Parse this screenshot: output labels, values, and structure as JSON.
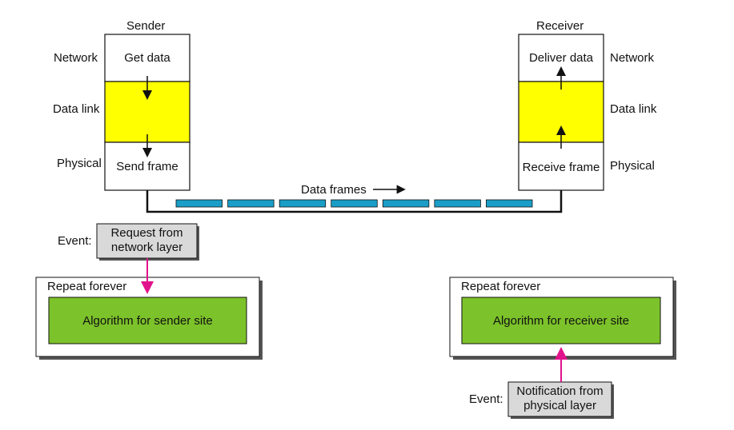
{
  "sender": {
    "title": "Sender",
    "layers": {
      "network": "Network",
      "data_link": "Data link",
      "physical": "Physical"
    },
    "network_text": "Get data",
    "physical_text": "Send frame"
  },
  "receiver": {
    "title": "Receiver",
    "layers": {
      "network": "Network",
      "data_link": "Data link",
      "physical": "Physical"
    },
    "network_text": "Deliver data",
    "physical_text": "Receive frame"
  },
  "channel": {
    "label": "Data frames",
    "frame_count": 7
  },
  "sender_loop": {
    "event_label": "Event:",
    "event_text": "Request from network layer",
    "repeat_label": "Repeat forever",
    "algorithm": "Algorithm for sender site"
  },
  "receiver_loop": {
    "event_label": "Event:",
    "event_text": "Notification from physical layer",
    "repeat_label": "Repeat forever",
    "algorithm": "Algorithm for receiver site"
  },
  "colors": {
    "data_link": "#ffff00",
    "frame": "#1a9ec7",
    "algorithm": "#7cc22a",
    "event_box": "#d9d9d9",
    "event_arrow": "#e0138c",
    "shadow": "#555555"
  }
}
